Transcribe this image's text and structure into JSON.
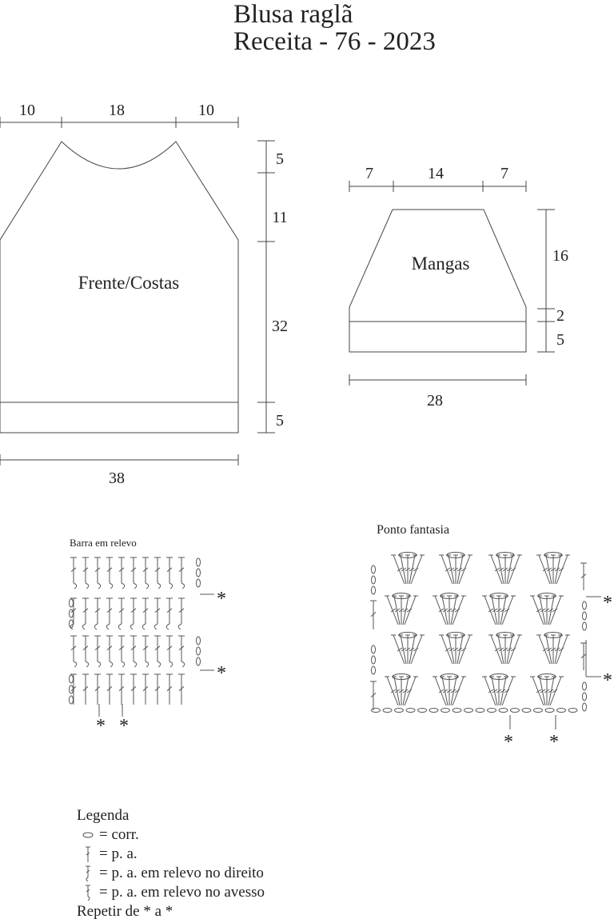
{
  "title": {
    "line1": "Blusa raglã",
    "line2": "Receita - 76 - 2023"
  },
  "front": {
    "label": "Frente/Costas",
    "top_widths": [
      "10",
      "18",
      "10"
    ],
    "heights": [
      "5",
      "11",
      "32",
      "5"
    ],
    "bottom_width": "38"
  },
  "sleeve": {
    "label": "Mangas",
    "top_widths": [
      "7",
      "14",
      "7"
    ],
    "heights": [
      "16",
      "2",
      "5"
    ],
    "bottom_width": "28"
  },
  "chart1": {
    "label": "Barra em relevo",
    "repeat_mark": "*"
  },
  "chart2": {
    "label": "Ponto fantasia",
    "repeat_mark": "*"
  },
  "legend": {
    "title": "Legenda",
    "items": [
      {
        "icon": "chain-oval-icon",
        "text": "= corr."
      },
      {
        "icon": "double-crochet-icon",
        "text": "= p. a."
      },
      {
        "icon": "front-post-dc-icon",
        "text": "= p. a. em relevo no direito"
      },
      {
        "icon": "back-post-dc-icon",
        "text": "= p. a. em relevo no avesso"
      }
    ],
    "footer": "Repetir de * a *"
  }
}
